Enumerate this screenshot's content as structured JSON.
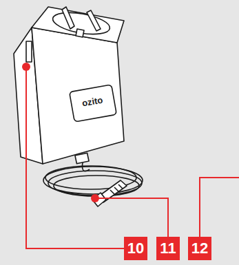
{
  "diagram": {
    "labels": [
      "ozito",
      "10",
      "11",
      "12"
    ]
  }
}
